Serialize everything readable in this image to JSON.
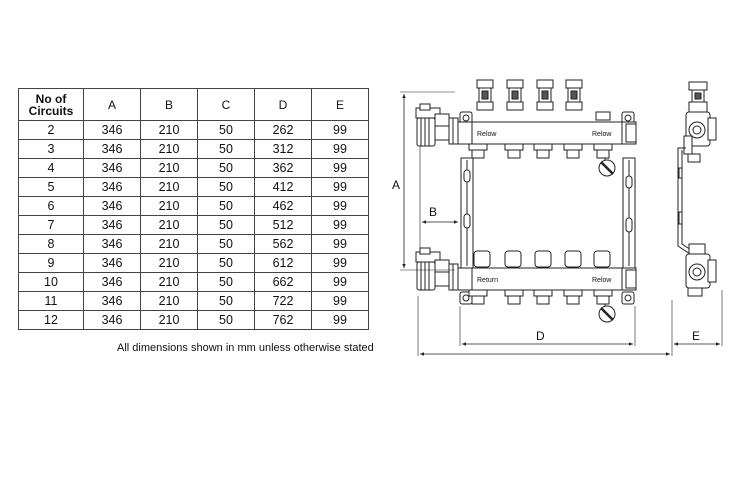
{
  "table": {
    "headers": [
      "No of\nCircuits",
      "A",
      "B",
      "C",
      "D",
      "E"
    ],
    "rows": [
      [
        "2",
        "346",
        "210",
        "50",
        "262",
        "99"
      ],
      [
        "3",
        "346",
        "210",
        "50",
        "312",
        "99"
      ],
      [
        "4",
        "346",
        "210",
        "50",
        "362",
        "99"
      ],
      [
        "5",
        "346",
        "210",
        "50",
        "412",
        "99"
      ],
      [
        "6",
        "346",
        "210",
        "50",
        "462",
        "99"
      ],
      [
        "7",
        "346",
        "210",
        "50",
        "512",
        "99"
      ],
      [
        "8",
        "346",
        "210",
        "50",
        "562",
        "99"
      ],
      [
        "9",
        "346",
        "210",
        "50",
        "612",
        "99"
      ],
      [
        "10",
        "346",
        "210",
        "50",
        "662",
        "99"
      ],
      [
        "11",
        "346",
        "210",
        "50",
        "722",
        "99"
      ],
      [
        "12",
        "346",
        "210",
        "50",
        "762",
        "99"
      ]
    ]
  },
  "note": "All dimensions shown in mm unless otherwise stated",
  "drawing": {
    "dim_a": "A",
    "dim_b": "B",
    "dim_d": "D",
    "dim_e": "E",
    "top_bar_left": "Relow",
    "top_bar_right": "Relow",
    "bottom_bar_left": "Return",
    "bottom_bar_right": "Relow"
  }
}
